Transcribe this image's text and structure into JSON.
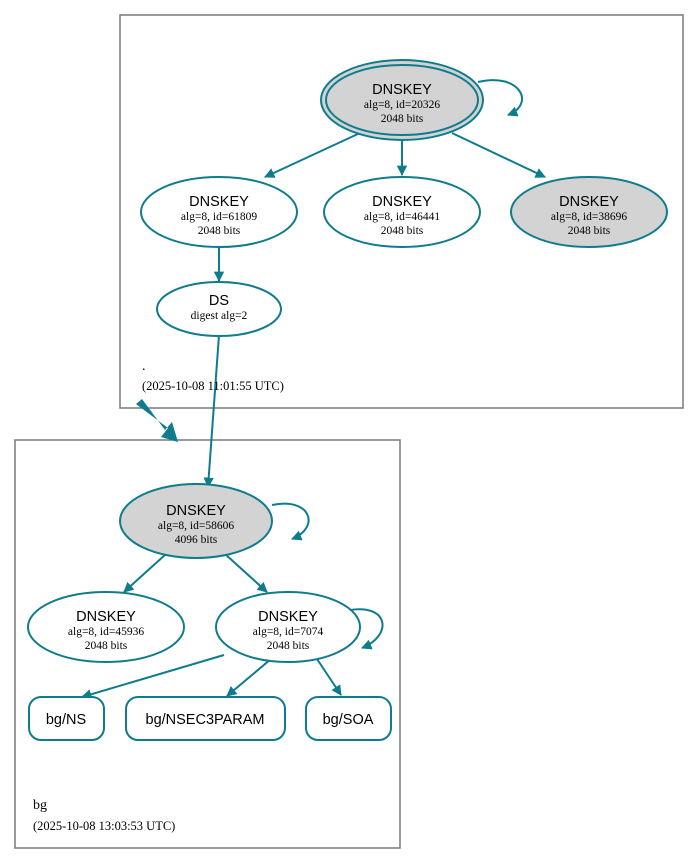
{
  "diagram": {
    "type": "dnssec-authentication-chain",
    "accent_color": "#0e7c8c",
    "shaded_fill": "#d3d3d3",
    "zone_border_color": "#808080"
  },
  "zones": [
    {
      "id": "root",
      "name": ".",
      "timestamp": "(2025-10-08 11:01:55 UTC)",
      "nodes": [
        {
          "id": "ksk-20326",
          "kind": "DNSKEY",
          "title": "DNSKEY",
          "detail": "alg=8, id=20326",
          "bits": "2048 bits",
          "shaded": true,
          "double_ring": true,
          "self_signed": true
        },
        {
          "id": "zsk-61809",
          "kind": "DNSKEY",
          "title": "DNSKEY",
          "detail": "alg=8, id=61809",
          "bits": "2048 bits",
          "shaded": false,
          "double_ring": false,
          "self_signed": false
        },
        {
          "id": "zsk-46441",
          "kind": "DNSKEY",
          "title": "DNSKEY",
          "detail": "alg=8, id=46441",
          "bits": "2048 bits",
          "shaded": false,
          "double_ring": false,
          "self_signed": false
        },
        {
          "id": "ksk-38696",
          "kind": "DNSKEY",
          "title": "DNSKEY",
          "detail": "alg=8, id=38696",
          "bits": "2048 bits",
          "shaded": true,
          "double_ring": false,
          "self_signed": false
        },
        {
          "id": "ds-bg",
          "kind": "DS",
          "title": "DS",
          "detail": "digest alg=2",
          "bits": "",
          "shaded": false,
          "double_ring": false,
          "self_signed": false
        }
      ]
    },
    {
      "id": "bg",
      "name": "bg",
      "timestamp": "(2025-10-08 13:03:53 UTC)",
      "nodes": [
        {
          "id": "ksk-58606",
          "kind": "DNSKEY",
          "title": "DNSKEY",
          "detail": "alg=8, id=58606",
          "bits": "4096 bits",
          "shaded": true,
          "double_ring": false,
          "self_signed": true
        },
        {
          "id": "zsk-45936",
          "kind": "DNSKEY",
          "title": "DNSKEY",
          "detail": "alg=8, id=45936",
          "bits": "2048 bits",
          "shaded": false,
          "double_ring": false,
          "self_signed": false
        },
        {
          "id": "zsk-7074",
          "kind": "DNSKEY",
          "title": "DNSKEY",
          "detail": "alg=8, id=7074",
          "bits": "2048 bits",
          "shaded": false,
          "double_ring": false,
          "self_signed": true
        },
        {
          "id": "rr-ns",
          "kind": "RRset",
          "title": "bg/NS",
          "detail": "",
          "bits": "",
          "shaded": false,
          "double_ring": false,
          "self_signed": false
        },
        {
          "id": "rr-nsec3param",
          "kind": "RRset",
          "title": "bg/NSEC3PARAM",
          "detail": "",
          "bits": "",
          "shaded": false,
          "double_ring": false,
          "self_signed": false
        },
        {
          "id": "rr-soa",
          "kind": "RRset",
          "title": "bg/SOA",
          "detail": "",
          "bits": "",
          "shaded": false,
          "double_ring": false,
          "self_signed": false
        }
      ]
    }
  ],
  "edges": [
    {
      "from": "ksk-20326",
      "to": "ksk-20326",
      "style": "self-loop"
    },
    {
      "from": "ksk-20326",
      "to": "zsk-61809",
      "style": "thin"
    },
    {
      "from": "ksk-20326",
      "to": "zsk-46441",
      "style": "thin"
    },
    {
      "from": "ksk-20326",
      "to": "ksk-38696",
      "style": "thin"
    },
    {
      "from": "zsk-61809",
      "to": "ds-bg",
      "style": "thin"
    },
    {
      "from": "ds-bg",
      "to": "ksk-58606",
      "style": "thin"
    },
    {
      "from": "ds-bg",
      "to": "ksk-58606",
      "style": "thick-trust"
    },
    {
      "from": "ksk-58606",
      "to": "ksk-58606",
      "style": "self-loop"
    },
    {
      "from": "ksk-58606",
      "to": "zsk-45936",
      "style": "thin"
    },
    {
      "from": "ksk-58606",
      "to": "zsk-7074",
      "style": "thin"
    },
    {
      "from": "zsk-7074",
      "to": "zsk-7074",
      "style": "self-loop"
    },
    {
      "from": "zsk-7074",
      "to": "rr-ns",
      "style": "thin"
    },
    {
      "from": "zsk-7074",
      "to": "rr-nsec3param",
      "style": "thin"
    },
    {
      "from": "zsk-7074",
      "to": "rr-soa",
      "style": "thin"
    }
  ]
}
